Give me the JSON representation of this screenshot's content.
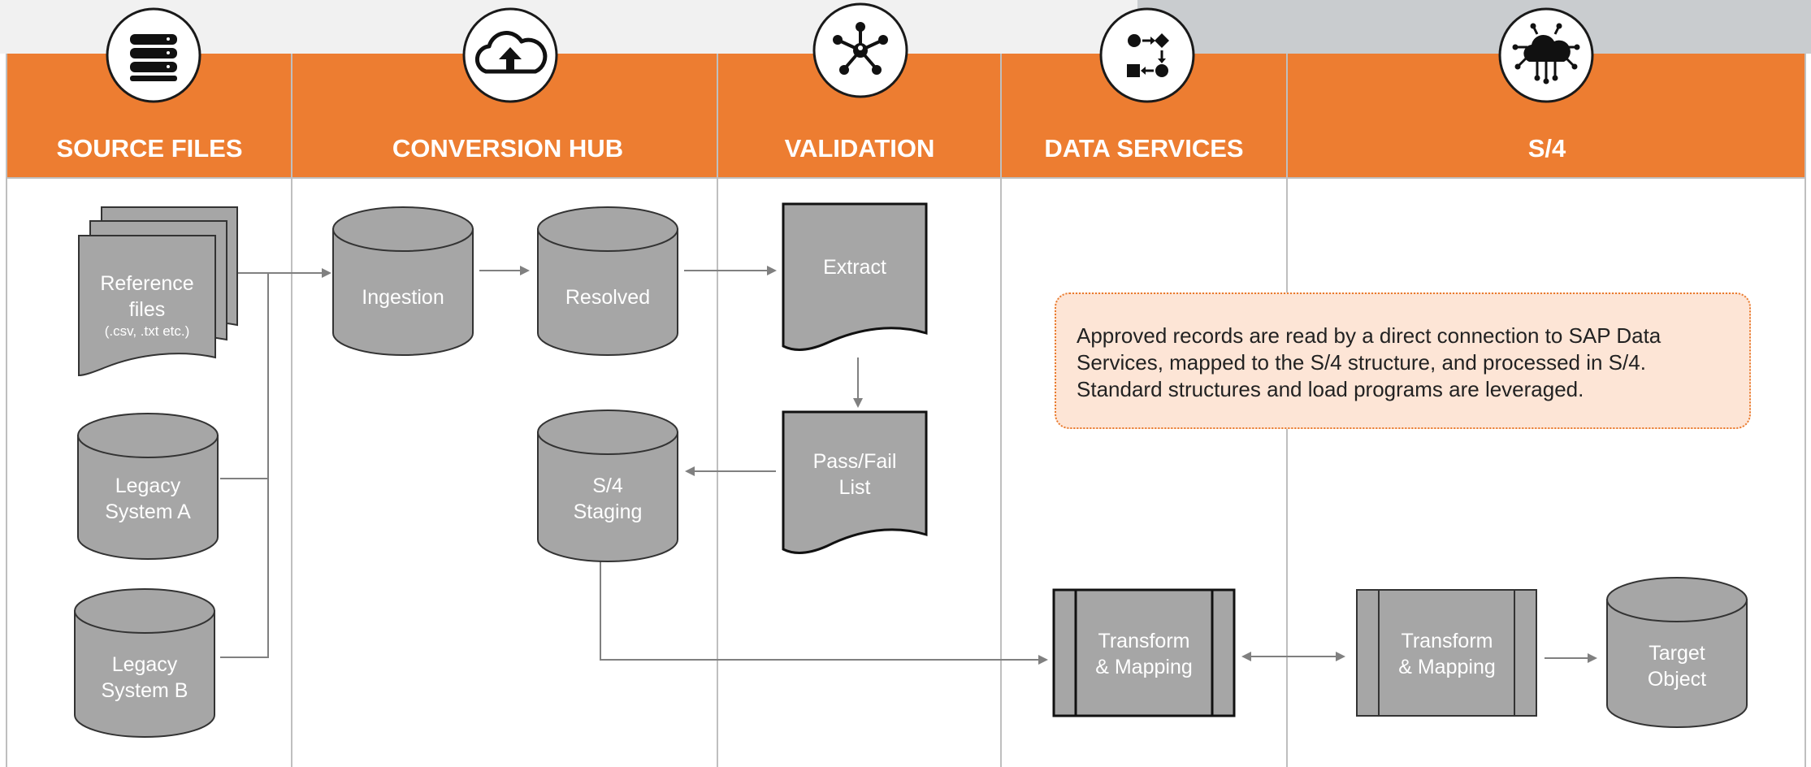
{
  "colors": {
    "accent": "#ED7D31",
    "shape_fill": "#A6A6A6",
    "shape_stroke": "#333333",
    "arrow": "#808080",
    "divider": "#BFBFBF",
    "callout_fill": "#FDE5D6"
  },
  "columns": [
    {
      "label": "SOURCE FILES",
      "icon": "database-icon"
    },
    {
      "label": "CONVERSION HUB",
      "icon": "cloud-upload-icon"
    },
    {
      "label": "VALIDATION",
      "icon": "network-hub-icon"
    },
    {
      "label": "DATA SERVICES",
      "icon": "process-flow-icon"
    },
    {
      "label": "S/4",
      "icon": "cloud-network-icon"
    }
  ],
  "nodes": {
    "reference_files": {
      "line1": "Reference",
      "line2": "files",
      "note": "(.csv, .txt etc.)"
    },
    "legacy_a": {
      "line1": "Legacy",
      "line2": "System A"
    },
    "legacy_b": {
      "line1": "Legacy",
      "line2": "System B"
    },
    "ingestion": {
      "line1": "Ingestion"
    },
    "resolved": {
      "line1": "Resolved"
    },
    "staging": {
      "line1": "S/4",
      "line2": "Staging"
    },
    "extract": {
      "line1": "Extract"
    },
    "pass_fail": {
      "line1": "Pass/Fail",
      "line2": "List"
    },
    "transform_ds": {
      "line1": "Transform",
      "line2": "& Mapping"
    },
    "transform_s4": {
      "line1": "Transform",
      "line2": "& Mapping"
    },
    "target": {
      "line1": "Target",
      "line2": "Object"
    }
  },
  "callout": {
    "text": "Approved records are read by a direct connection to SAP Data Services, mapped to the S/4 structure, and processed in S/4. Standard structures and load programs are leveraged."
  }
}
